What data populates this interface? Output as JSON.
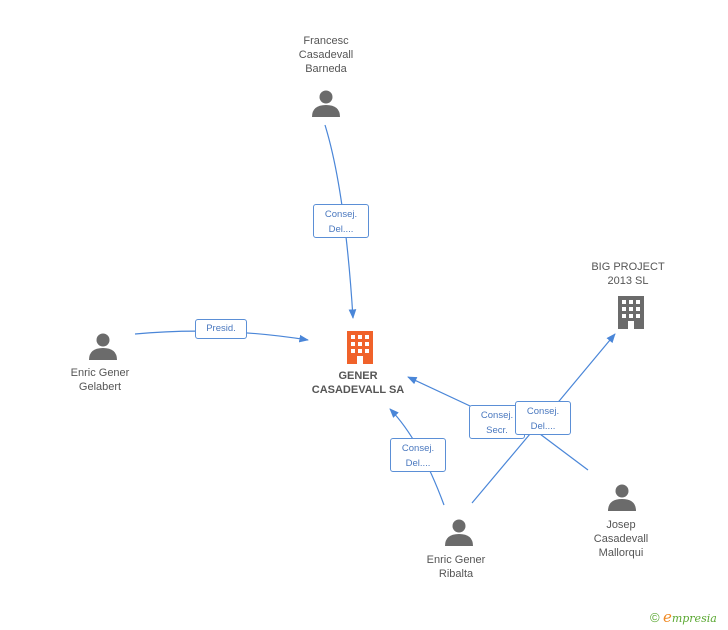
{
  "nodes": {
    "main": {
      "lines": [
        "GENER",
        "CASADEVALL SA"
      ],
      "icon": "building-icon",
      "color": "#f0622a"
    },
    "francesc": {
      "lines": [
        "Francesc",
        "Casadevall",
        "Barneda"
      ],
      "icon": "person-icon"
    },
    "enric_gelabert": {
      "lines": [
        "Enric Gener",
        "Gelabert"
      ],
      "icon": "person-icon"
    },
    "big_project": {
      "lines": [
        "BIG PROJECT",
        "2013 SL"
      ],
      "icon": "building-icon"
    },
    "enric_ribalta": {
      "lines": [
        "Enric Gener",
        "Ribalta"
      ],
      "icon": "person-icon"
    },
    "josep": {
      "lines": [
        "Josep",
        "Casadevall",
        "Mallorqui"
      ],
      "icon": "person-icon"
    }
  },
  "relations": {
    "francesc_main": {
      "lines": [
        "Consej.",
        "Del...."
      ]
    },
    "gelabert_main": {
      "lines": [
        "Presid."
      ]
    },
    "ribalta_main_secr": {
      "lines": [
        "Consej.",
        "Secr."
      ]
    },
    "ribalta_big": {
      "lines": [
        "Consej.",
        "Del...."
      ]
    },
    "ribalta_main_del": {
      "lines": [
        "Consej.",
        "Del...."
      ]
    }
  },
  "colors": {
    "edge": "#4a86d8",
    "node_icon": "#6b6b6b",
    "main_icon": "#f0622a",
    "label_text": "#555555"
  },
  "footer": {
    "copyright": "©",
    "brand_e": "e",
    "brand_rest": "mpresia"
  }
}
